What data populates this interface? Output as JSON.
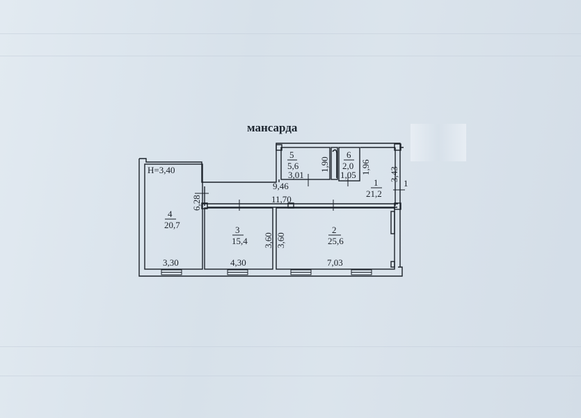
{
  "document": {
    "title": "мансарда",
    "ceiling_height": "H=3,40",
    "colors": {
      "paper": "#dde6ee",
      "ink": "#1b2129"
    }
  },
  "rooms": [
    {
      "number": "1",
      "area": "21,2"
    },
    {
      "number": "2",
      "area": "25,6"
    },
    {
      "number": "3",
      "area": "15,4"
    },
    {
      "number": "4",
      "area": "20,7"
    },
    {
      "number": "5",
      "area": "5,6"
    },
    {
      "number": "6",
      "area": "2,0"
    }
  ],
  "dimensions": {
    "corridor_upper_length": "9,46",
    "corridor_lower_length": "11,70",
    "room4_height": "6,28",
    "room1_height": "3,43",
    "room5_width": "3,01",
    "room5_height": "1,90",
    "room6_width": "1,05",
    "room6_height": "1,96",
    "room3_height": "3,60",
    "room2_height": "3,60",
    "room4_width": "3,30",
    "room3_width": "4,30",
    "room2_width": "7,03",
    "entry_mark": "1"
  }
}
